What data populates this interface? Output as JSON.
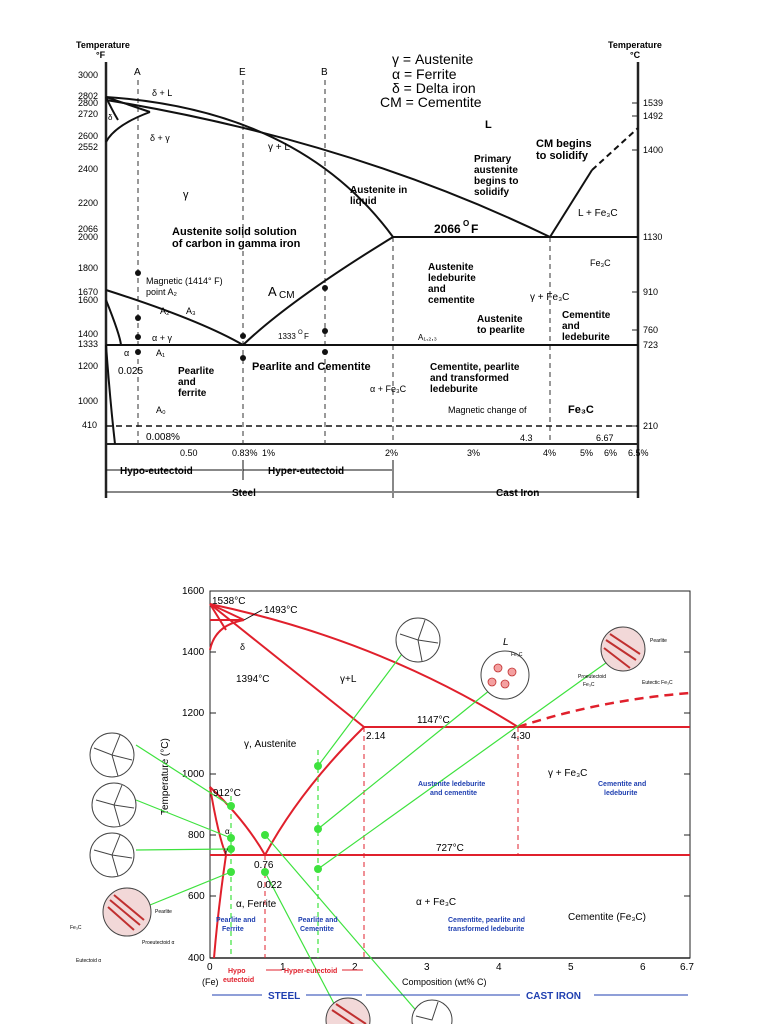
{
  "top": {
    "left_axis_title": [
      "Temperature",
      "°F"
    ],
    "right_axis_title": [
      "Temperature",
      "°C"
    ],
    "left_ticks": [
      "3000",
      "2802",
      "2800",
      "2720",
      "2600",
      "2552",
      "2400",
      "2200",
      "2066",
      "2000",
      "1800",
      "1670",
      "1600",
      "1400",
      "1333",
      "1200",
      "1000",
      "410"
    ],
    "right_ticks": [
      "1539",
      "1492",
      "1400",
      "1130",
      "910",
      "760",
      "723",
      "210"
    ],
    "vertical_lines": [
      "A",
      "E",
      "B"
    ],
    "legend": [
      "γ = Austenite",
      "α = Ferrite",
      "δ = Delta  iron",
      "CM = Cementite"
    ],
    "labels": {
      "delta_l": "δ + L",
      "delta_gamma": "δ + γ",
      "delta": "δ",
      "l": "L",
      "gamma_l": "γ + L",
      "gamma": "γ",
      "cm_begins": [
        "CM begins",
        "to solidify"
      ],
      "primary": [
        "Primary",
        "austenite",
        "begins to",
        "solidify"
      ],
      "austenite_liquid": [
        "Austenite in",
        "liquid"
      ],
      "l_fe3c": "L + Fe₃C",
      "t2066": "2066",
      "t2066_sup": "O",
      "t2066_unit": "F",
      "solid_solution": [
        "Austenite solid solution",
        "of carbon in gamma iron"
      ],
      "fe3c_right": "Fe₃C",
      "magnetic": [
        "Magnetic (1414° F)",
        "point  A₂"
      ],
      "acm": "A",
      "acm_sub": "CM",
      "ledeburite": [
        "Austenite",
        "ledeburite",
        "and",
        "cementite"
      ],
      "gamma_fe3c": "γ + Fe₃C",
      "cementite_led": [
        "Cementite",
        "and",
        "ledeburite"
      ],
      "a2": "A₂",
      "a3": "A₃",
      "alpha_gamma": "α + γ",
      "a1": "A₁",
      "alpha": "α",
      "t1333": "1333",
      "t1333_sup": "O",
      "t1333_unit": "F",
      "aus_pearlite": [
        "Austenite",
        "to pearlite"
      ],
      "a123": "A₁,₂,₃",
      "c0025": "0.025",
      "pearlite_ferrite": [
        "Pearlite",
        "and",
        "ferrite"
      ],
      "pearlite_cementite": "Pearlite and Cementite",
      "cem_pearlite": [
        "Cementite, pearlite",
        "and transformed",
        "ledeburite"
      ],
      "alpha_fe3c": "α + Fe₃C",
      "a0": "A₀",
      "magnetic_change": "Magnetic  change  of",
      "magnetic_change_fe3c": "Fe₃C",
      "c0008": "0.008%",
      "c43": "4.3",
      "c667": "6.67"
    },
    "x_ticks": [
      "0.50",
      "0.83%",
      "1%",
      "2%",
      "3%",
      "4%",
      "5%",
      "6%",
      "6.5%"
    ],
    "hypo": "Hypo-eutectoid",
    "hyper": "Hyper-eutectoid",
    "steel": "Steel",
    "cast_iron": "Cast Iron"
  },
  "bottom": {
    "y_ticks": [
      "1600",
      "1400",
      "1200",
      "1000",
      "800",
      "600",
      "400"
    ],
    "y_label": "Temperature (°C)",
    "x_ticks": [
      "0",
      "1",
      "2",
      "3",
      "4",
      "5",
      "6",
      "6.7"
    ],
    "x_sub": "(Fe)",
    "x_label": "Composition (wt% C)",
    "labels": {
      "t1538": "1538°C",
      "t1493": "1493°C",
      "delta": "δ",
      "t1394": "1394°C",
      "gamma_l": "γ+L",
      "l": "L",
      "t1147": "1147°C",
      "c214": "2.14",
      "c430": "4.30",
      "gamma_aus": "γ, Austenite",
      "t912": "912°C",
      "aus_led": [
        "Austenite ledeburite",
        "and cementite"
      ],
      "gamma_fe3c": "γ + Fe₃C",
      "cem_led": [
        "Cementite and",
        "ledeburite"
      ],
      "t727": "727°C",
      "alpha": "α",
      "gamma": "γ",
      "c076": "0.76",
      "c0022": "0.022",
      "alpha_ferrite": "α, Ferrite",
      "alpha_fe3c": "α + Fe₃C",
      "pearlite_ferrite": [
        "Pearlite and",
        "Ferrite"
      ],
      "pearlite_cementite": [
        "Pearlite and",
        "Cementite"
      ],
      "cem_pearlite_led": [
        "Cementite, pearlite and",
        "transformed ledeburite"
      ],
      "cementite": "Cementite (Fe₃C)",
      "hypo": [
        "Hypo",
        "eutectoid"
      ],
      "hyper": "Hyper-eutectoid",
      "steel": "STEEL",
      "cast_iron": "CAST IRON",
      "pearlite": "Pearlite",
      "proeutectoid": "Proeutectoid α",
      "eutectoid": "Eutectoid α",
      "fe3c": "Fe₃C",
      "pearlite_small": "Pearlite",
      "proeutectoid_fe3c": [
        "Proeutectoid",
        "Fe₃C"
      ],
      "eutectic_fe3c": "Eutectic Fe₃C",
      "micro_fe3c": "Fe₃C",
      "micro_l": "L"
    }
  },
  "colors": {
    "red": "#e0202c",
    "green": "#3ee23e",
    "blue": "#1f3fb0"
  }
}
